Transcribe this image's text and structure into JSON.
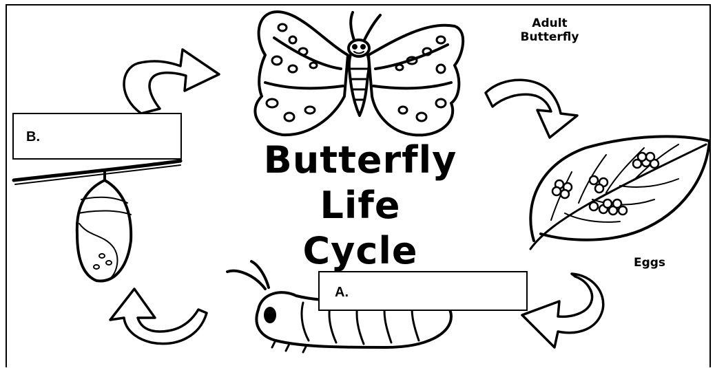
{
  "title": {
    "line1": "Butterfly",
    "line2": "Life",
    "line3": "Cycle"
  },
  "captions": {
    "adult_line1": "Adult",
    "adult_line2": "Butterfly",
    "eggs": "Eggs"
  },
  "label_boxes": {
    "a": "A.",
    "b": "B."
  },
  "stages": [
    "adult-butterfly",
    "eggs",
    "caterpillar",
    "chrysalis"
  ]
}
